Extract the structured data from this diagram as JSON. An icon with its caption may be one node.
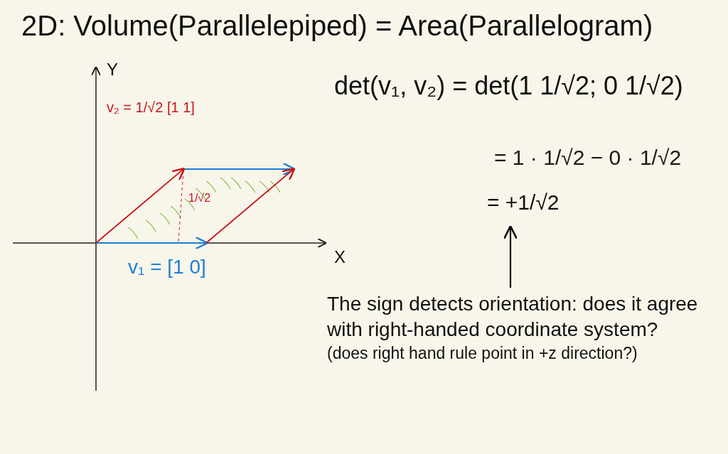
{
  "diagram": {
    "title": "2D: Volume(Parallelepiped) = Area(Parallelogram)",
    "nodes": [
      {
        "text": [
          "The sign detects orientation: does it agree with right-handed coordinate system?",
          "(does right hand rule point in +z direction?)"
        ]
      },
      {
        "text": [
          "= +1/√2"
        ]
      }
    ],
    "edges": [
      {
        "from": 0,
        "to": 1,
        "arrow": "to"
      }
    ],
    "labels": [
      "Y",
      "v₂ = 1/√2 [1 1]",
      "1/√2",
      "X",
      "v₁ = [1 0]",
      "det(v₁, v₂) = det(1 1/√2; 0 1/√2)",
      "= 1 · 1/√2 − 0 · 1/√2"
    ]
  }
}
